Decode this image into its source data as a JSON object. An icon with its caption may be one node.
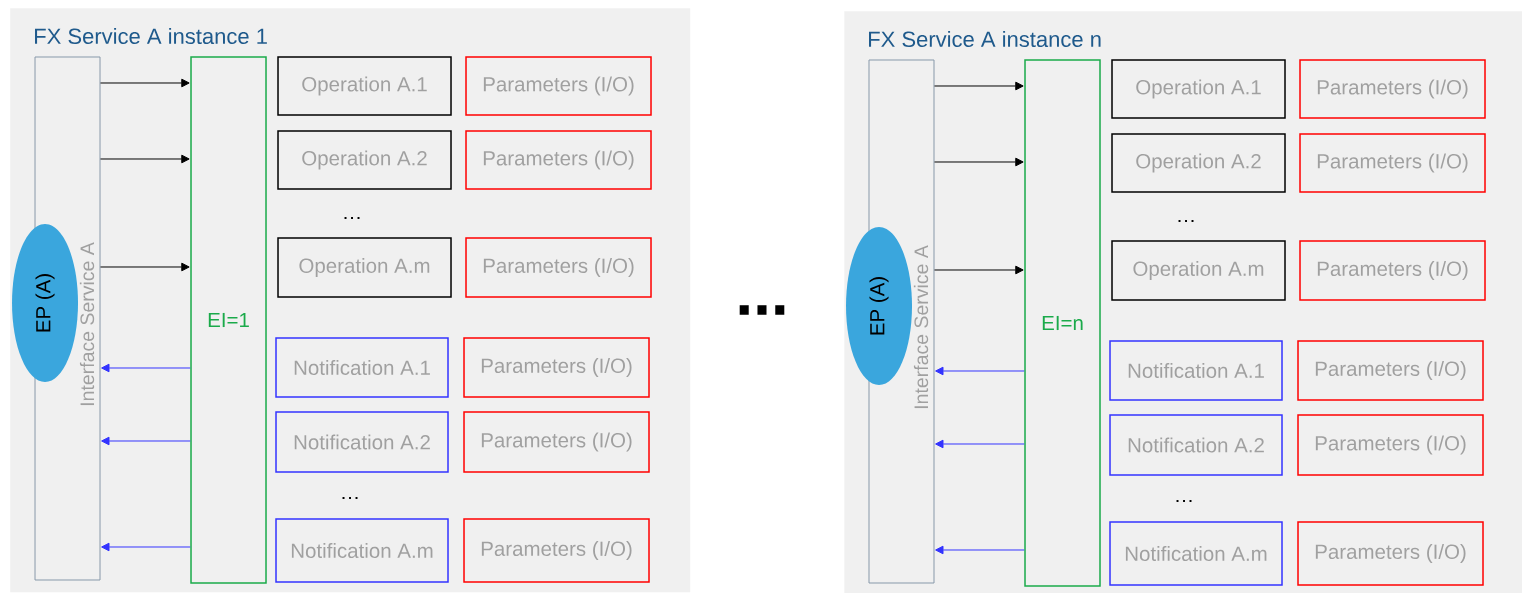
{
  "diagram": {
    "nodes": [
      {
        "text": [
          "FX Service A instance 1"
        ]
      },
      {
        "text": [
          "Interface Service  A"
        ],
        "in": 0
      },
      {
        "text": [
          "EP (A)"
        ],
        "in": 0
      },
      {
        "text": [
          "EI=1"
        ],
        "in": 0
      },
      {
        "text": [
          "Operation A.1"
        ],
        "in": 0
      },
      {
        "text": [
          "Parameters (I/O)"
        ],
        "in": 0
      },
      {
        "text": [
          "Operation A.2"
        ],
        "in": 0
      },
      {
        "text": [
          "Parameters (I/O)"
        ],
        "in": 0
      },
      {
        "text": [
          "Operation A.m"
        ],
        "in": 0
      },
      {
        "text": [
          "Parameters (I/O)"
        ],
        "in": 0
      },
      {
        "text": [
          "Notification A.1"
        ],
        "in": 0
      },
      {
        "text": [
          "Parameters (I/O)"
        ],
        "in": 0
      },
      {
        "text": [
          "Notification A.2"
        ],
        "in": 0
      },
      {
        "text": [
          "Parameters (I/O)"
        ],
        "in": 0
      },
      {
        "text": [
          "Notification A.m"
        ],
        "in": 0
      },
      {
        "text": [
          "Parameters (I/O)"
        ],
        "in": 0
      },
      {
        "text": [
          "FX Service A instance n"
        ]
      },
      {
        "text": [
          "Interface Service  A"
        ],
        "in": 16
      },
      {
        "text": [
          "EP (A)"
        ],
        "in": 16
      },
      {
        "text": [
          "EI=n"
        ],
        "in": 16
      },
      {
        "text": [
          "Operation A.1"
        ],
        "in": 16
      },
      {
        "text": [
          "Parameters (I/O)"
        ],
        "in": 16
      },
      {
        "text": [
          "Operation A.2"
        ],
        "in": 16
      },
      {
        "text": [
          "Parameters (I/O)"
        ],
        "in": 16
      },
      {
        "text": [
          "Operation A.m"
        ],
        "in": 16
      },
      {
        "text": [
          "Parameters (I/O)"
        ],
        "in": 16
      },
      {
        "text": [
          "Notification A.1"
        ],
        "in": 16
      },
      {
        "text": [
          "Parameters (I/O)"
        ],
        "in": 16
      },
      {
        "text": [
          "Notification A.2"
        ],
        "in": 16
      },
      {
        "text": [
          "Parameters (I/O)"
        ],
        "in": 16
      },
      {
        "text": [
          "Notification A.m"
        ],
        "in": 16
      },
      {
        "text": [
          "Parameters (I/O)"
        ],
        "in": 16
      }
    ],
    "edges": [
      {
        "from": 1,
        "to": 3,
        "arrow": "to"
      },
      {
        "from": 1,
        "to": 3,
        "arrow": "to"
      },
      {
        "from": 1,
        "to": 3,
        "arrow": "to"
      },
      {
        "from": 3,
        "to": 1,
        "arrow": "to",
        "color": "#3333ff"
      },
      {
        "from": 3,
        "to": 1,
        "arrow": "to",
        "color": "#3333ff"
      },
      {
        "from": 3,
        "to": 1,
        "arrow": "to",
        "color": "#3333ff"
      },
      {
        "from": 17,
        "to": 19,
        "arrow": "to"
      },
      {
        "from": 17,
        "to": 19,
        "arrow": "to"
      },
      {
        "from": 17,
        "to": 19,
        "arrow": "to"
      },
      {
        "from": 19,
        "to": 17,
        "arrow": "to",
        "color": "#3333ff"
      },
      {
        "from": 19,
        "to": 17,
        "arrow": "to",
        "color": "#3333ff"
      },
      {
        "from": 19,
        "to": 17,
        "arrow": "to",
        "color": "#3333ff"
      }
    ],
    "labels": [
      "…",
      "…",
      "...",
      "…",
      "…"
    ]
  }
}
